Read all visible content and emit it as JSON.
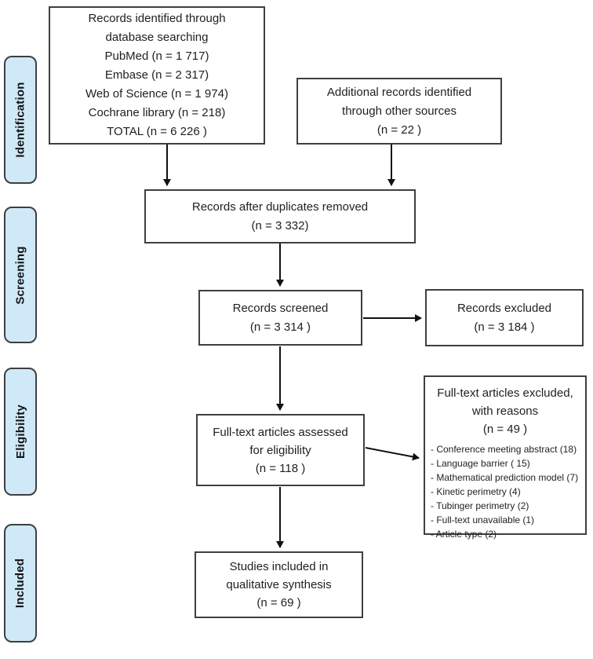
{
  "diagram": {
    "name": "PRISMA flow diagram of study selection",
    "colors": {
      "stage_fill": "#cfe9f8",
      "box_border": "#3f3f3f",
      "text": "#1f1f1f",
      "arrow": "#111111"
    }
  },
  "sidebar": {
    "stages": [
      {
        "id": "identification",
        "label": "Identification"
      },
      {
        "id": "screening",
        "label": "Screening"
      },
      {
        "id": "eligibility",
        "label": "Eligibility"
      },
      {
        "id": "included",
        "label": "Included"
      }
    ]
  },
  "boxes": {
    "database_search": {
      "lines": [
        "Records identified through",
        "database searching",
        "PubMed (n = 1 717)",
        "Embase (n = 2 317)",
        "Web of Science (n = 1 974)",
        "Cochrane library (n = 218)",
        "TOTAL (n = 6 226 )"
      ]
    },
    "other_sources": {
      "lines": [
        "Additional records identified",
        "through other sources",
        "(n = 22 )"
      ]
    },
    "duplicates_removed": {
      "lines": [
        "Records after duplicates removed",
        "(n = 3 332)"
      ]
    },
    "records_screened": {
      "lines": [
        "Records screened",
        "(n = 3 314 )"
      ]
    },
    "records_excluded": {
      "lines": [
        "Records excluded",
        "(n = 3 184 )"
      ]
    },
    "fulltext_assessed": {
      "lines": [
        "Full-text articles assessed",
        "for eligibility",
        "(n = 118 )"
      ]
    },
    "fulltext_excluded": {
      "title_lines": [
        "Full-text articles excluded,",
        "with reasons",
        "(n = 49 )"
      ],
      "reasons": [
        "- Conference meeting abstract (18)",
        "- Language barrier ( 15)",
        "- Mathematical prediction model (7)",
        "- Kinetic perimetry (4)",
        "- Tubinger perimetry (2)",
        "- Full-text unavailable (1)",
        "- Article type (2)"
      ]
    },
    "qualitative_synthesis": {
      "lines": [
        "Studies included in",
        "qualitative synthesis",
        "(n = 69 )"
      ]
    }
  }
}
